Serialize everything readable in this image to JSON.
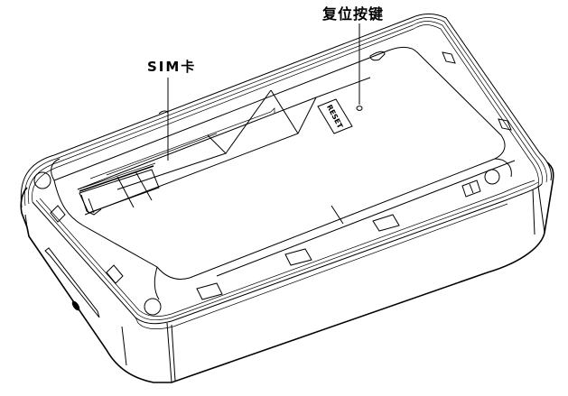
{
  "diagram": {
    "subject": "portable router bottom shell (battery cover removed)",
    "line_color": "#000000",
    "background_color": "#ffffff",
    "callouts": [
      {
        "id": "sim",
        "label": "SIM卡",
        "target": "sim-card-slot"
      },
      {
        "id": "reset",
        "label": "复位按键",
        "target": "reset-button-hole"
      }
    ],
    "label_sticker": {
      "text": "RESET"
    }
  }
}
